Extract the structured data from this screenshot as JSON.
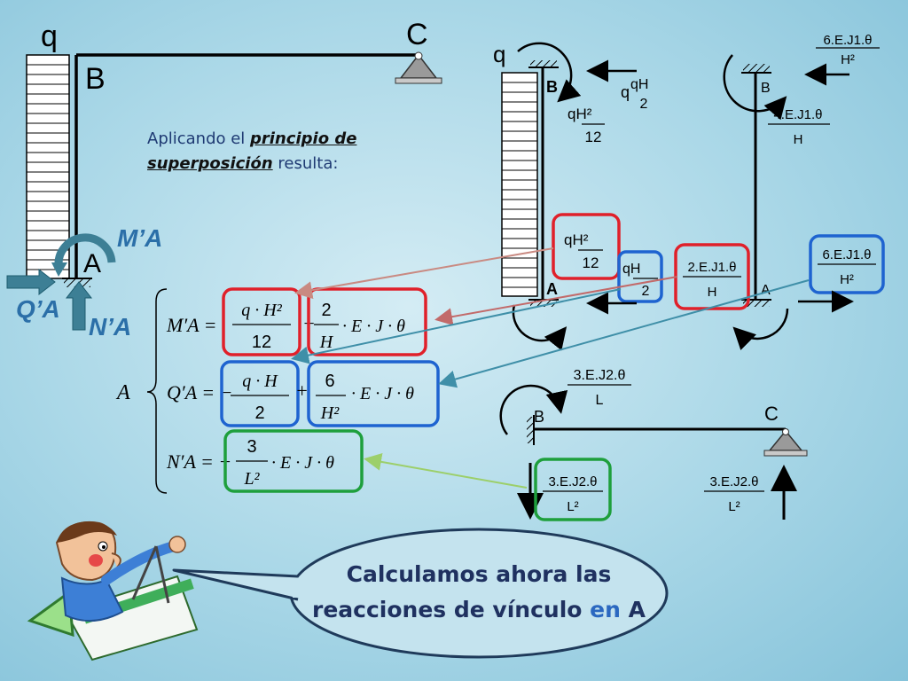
{
  "structure": {
    "load_q": "q",
    "node_b": "B",
    "node_c": "C",
    "node_a": "A",
    "moment_reaction": "M’A",
    "shear_reaction": "Q’A",
    "normal_reaction": "N’A"
  },
  "intro": {
    "prefix": "Aplicando el",
    "term1": "principio de",
    "term2": "superposición",
    "suffix": "resulta:"
  },
  "equations": {
    "system_label": "A",
    "m_lhs": "M′A =",
    "m_term1_num": "q · H²",
    "m_term1_den": "12",
    "m_term2_num": "2",
    "m_term2_den": "H",
    "m_term2_tail": "· E · J · θ",
    "q_lhs": "Q′A = −",
    "q_term1_num": "q · H",
    "q_term1_den": "2",
    "q_term2_num": "6",
    "q_term2_den": "H²",
    "q_term2_tail": "· E · J · θ",
    "n_lhs": "N′A = −",
    "n_term_num": "3",
    "n_term_den": "L²",
    "n_term_tail": "· E · J · θ"
  },
  "column_load_case": {
    "q": "q",
    "node_b": "B",
    "node_a": "A",
    "shear_top_num": "qH",
    "shear_top_den": "2",
    "moment_top_num": "qH²",
    "moment_top_den": "12",
    "moment_bottom_num": "qH²",
    "moment_bottom_den": "12",
    "shear_bottom_num": "qH",
    "shear_bottom_den": "2"
  },
  "column_rotation_case": {
    "node_b": "B",
    "node_a": "A",
    "shear_top_num": "6.E.J1.θ",
    "shear_top_den": "H²",
    "moment_top_num": "4.E.J1.θ",
    "moment_top_den": "H",
    "moment_bottom_num": "2.E.J1.θ",
    "moment_bottom_den": "H",
    "shear_bottom_num": "6.E.J1.θ",
    "shear_bottom_den": "H²"
  },
  "beam_case": {
    "node_b": "B",
    "node_c": "C",
    "moment_num": "3.E.J2.θ",
    "moment_den": "L",
    "reaction_b_num": "3.E.J2.θ",
    "reaction_b_den": "L²",
    "reaction_c_num": "3.E.J2.θ",
    "reaction_c_den": "L²"
  },
  "speech": {
    "line1": "Calculamos ahora las",
    "line2_a": "reacciones de vínculo",
    "line2_en": "en",
    "line2_b": "A"
  },
  "colors": {
    "red_box": "#e0202a",
    "blue_box": "#1e63d0",
    "green_box": "#1e9f3c",
    "teal_arrow": "#3f8fa8",
    "navy_text": "#1f3160"
  }
}
